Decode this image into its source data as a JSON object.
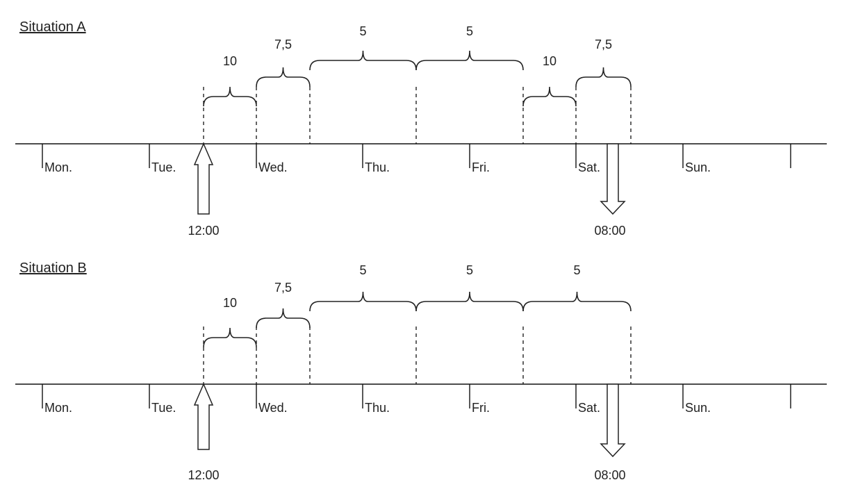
{
  "days": [
    "Mon.",
    "Tue.",
    "Wed.",
    "Thu.",
    "Fri.",
    "Sat.",
    "Sun."
  ],
  "situations": [
    {
      "title": "Situation A",
      "braces": [
        "10",
        "7,5",
        "5",
        "5",
        "10",
        "7,5"
      ],
      "start_time": "12:00",
      "end_time": "08:00"
    },
    {
      "title": "Situation B",
      "braces": [
        "10",
        "7,5",
        "5",
        "5",
        "5"
      ],
      "start_time": "12:00",
      "end_time": "08:00"
    }
  ]
}
